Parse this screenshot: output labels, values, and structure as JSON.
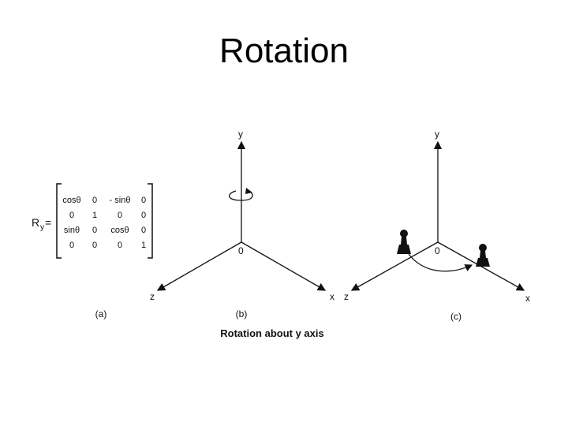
{
  "title": "Rotation",
  "matrix": {
    "label": "R",
    "subscript": "y",
    "equals": "=",
    "rows": [
      [
        "cosθ",
        "0",
        "- sinθ",
        "0"
      ],
      [
        "0",
        "1",
        "0",
        "0"
      ],
      [
        "sinθ",
        "0",
        "cosθ",
        "0"
      ],
      [
        "0",
        "0",
        "0",
        "1"
      ]
    ]
  },
  "panel_b": {
    "y_label": "y",
    "x_label": "x",
    "z_label": "z",
    "origin_label": "0"
  },
  "panel_c": {
    "y_label": "y",
    "x_label": "x",
    "z_label": "z",
    "origin_label": "0"
  },
  "labels": {
    "a": "(a)",
    "b": "(b)",
    "c": "(c)"
  },
  "caption": "Rotation about y axis",
  "icons": [
    "rotation-arrow-icon",
    "pawn-icon"
  ]
}
